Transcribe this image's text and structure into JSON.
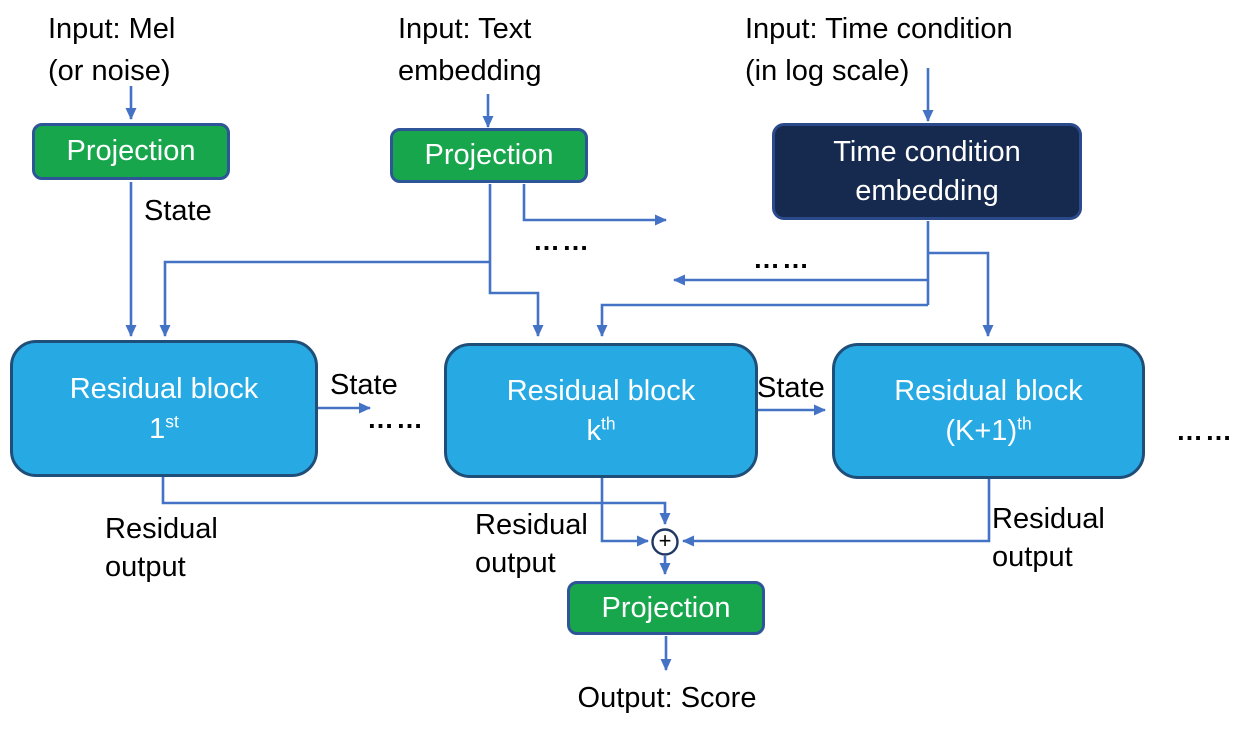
{
  "colors": {
    "green": "#18a64d",
    "sky": "#27aae3",
    "navy": "#16294e",
    "border-green": "#2e5597",
    "border-block": "#1f4e79",
    "border-navy": "#2b4a8b",
    "arrow": "#4472c4",
    "text": "#000000"
  },
  "inputs": {
    "mel": {
      "line1": "Input: Mel",
      "line2": "(or noise)"
    },
    "text": {
      "line1": "Input: Text",
      "line2": "embedding"
    },
    "time": {
      "line1": "Input: Time condition",
      "line2": "(in log scale)"
    }
  },
  "nodes": {
    "projection_mel": {
      "label": "Projection"
    },
    "projection_text": {
      "label": "Projection"
    },
    "time_embedding": {
      "line1": "Time condition",
      "line2": "embedding"
    },
    "block_1": {
      "title": "Residual block",
      "ordinal": "1",
      "ordinal_suffix": "st"
    },
    "block_k": {
      "title": "Residual block",
      "ordinal": "k",
      "ordinal_suffix": "th"
    },
    "block_k1": {
      "title": "Residual block",
      "ordinal": "(K+1)",
      "ordinal_suffix": "th"
    },
    "sum": {
      "symbol": "+"
    },
    "projection_out": {
      "label": "Projection"
    }
  },
  "edge_labels": {
    "state_after_projection": "State",
    "state_after_block_1": "State",
    "state_after_block_k": "State",
    "residual_1": {
      "line1": "Residual",
      "line2": "output"
    },
    "residual_k": {
      "line1": "Residual",
      "line2": "output"
    },
    "residual_k1": {
      "line1": "Residual",
      "line2": "output"
    },
    "ellipsis_text_branch": "……",
    "ellipsis_time_branch": "……",
    "ellipsis_state_1": "……",
    "ellipsis_more_blocks": "……"
  },
  "output": {
    "label": "Output: Score"
  }
}
